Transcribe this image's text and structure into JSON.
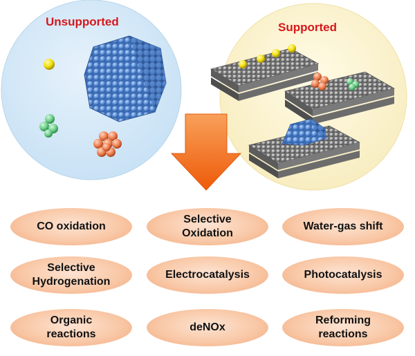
{
  "labels": {
    "unsupported": "Unsupported",
    "supported": "Supported"
  },
  "reactions": [
    "CO oxidation",
    "Selective\nOxidation",
    "Water-gas shift",
    "Selective\nHydrogenation",
    "Electrocatalysis",
    "Photocatalysis",
    "Organic\nreactions",
    "deNOx",
    "Reforming\nreactions"
  ],
  "colors": {
    "title_red": "#d6181c",
    "unsupported_bg": "#d6e9f7",
    "supported_bg": "#fbf1cc",
    "arrow": "#f26a12",
    "pill": "#f9c9a8",
    "gold_atom": "#f5e316",
    "green_atom": "#6dd08a",
    "copper_atom": "#ef8152",
    "cluster_blue": "#5b8fd8",
    "support_gray": "#8d8d8d"
  }
}
